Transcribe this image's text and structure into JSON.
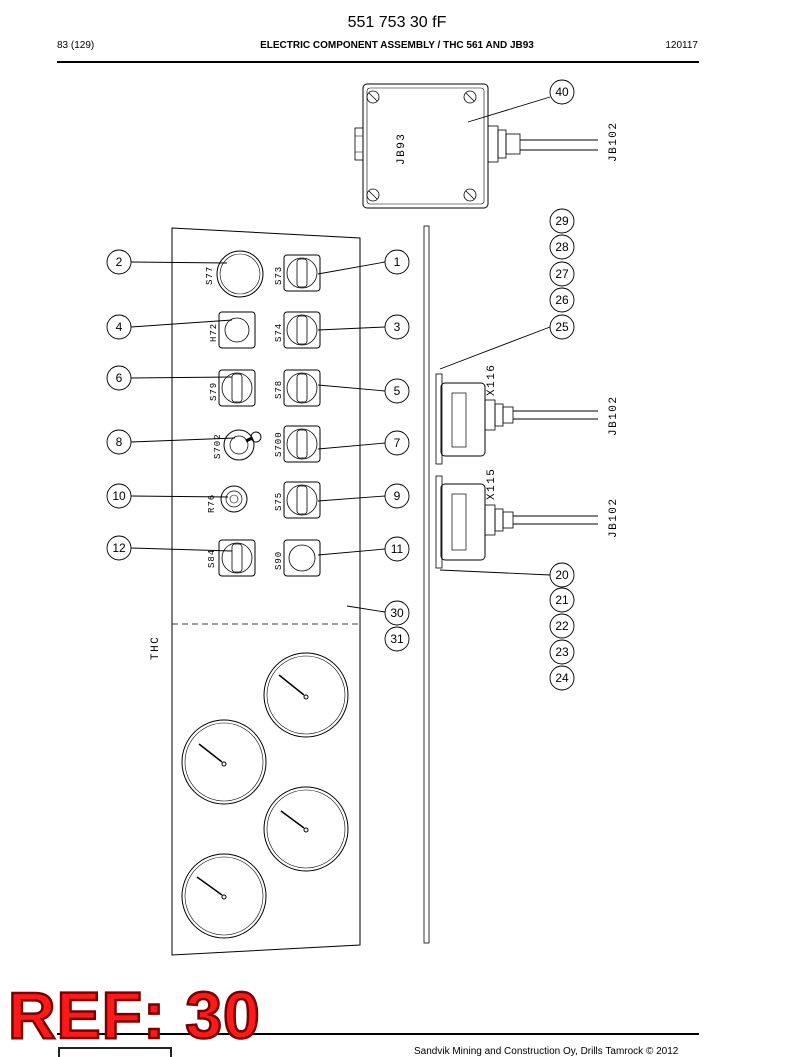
{
  "header": {
    "doc_number": "551 753 30 fF",
    "page": "83 (129)",
    "title": "ELECTRIC COMPONENT ASSEMBLY / THC 561 AND JB93",
    "date": "120117"
  },
  "labels": {
    "jb93": "JB93",
    "jb102_top": "JB102",
    "jb102_mid": "JB102",
    "jb102_low": "JB102",
    "x116": "X116",
    "x115": "X115",
    "thc": "THC",
    "s77": "S77",
    "s73": "S73",
    "h72": "H72",
    "s74": "S74",
    "s79": "S79",
    "s78": "S78",
    "s702": "S702",
    "s700": "S700",
    "r76": "R76",
    "s75": "S75",
    "s84": "S84",
    "s90": "S90"
  },
  "callouts": {
    "c1": "1",
    "c2": "2",
    "c3": "3",
    "c4": "4",
    "c5": "5",
    "c6": "6",
    "c7": "7",
    "c8": "8",
    "c9": "9",
    "c10": "10",
    "c11": "11",
    "c12": "12",
    "c20": "20",
    "c21": "21",
    "c22": "22",
    "c23": "23",
    "c24": "24",
    "c25": "25",
    "c26": "26",
    "c27": "27",
    "c28": "28",
    "c29": "29",
    "c30": "30",
    "c31": "31",
    "c40": "40"
  },
  "footer": {
    "ref_stamp": "REF: 30",
    "copyright": "Sandvik Mining and Construction Oy, Drills Tamrock © 2012"
  }
}
